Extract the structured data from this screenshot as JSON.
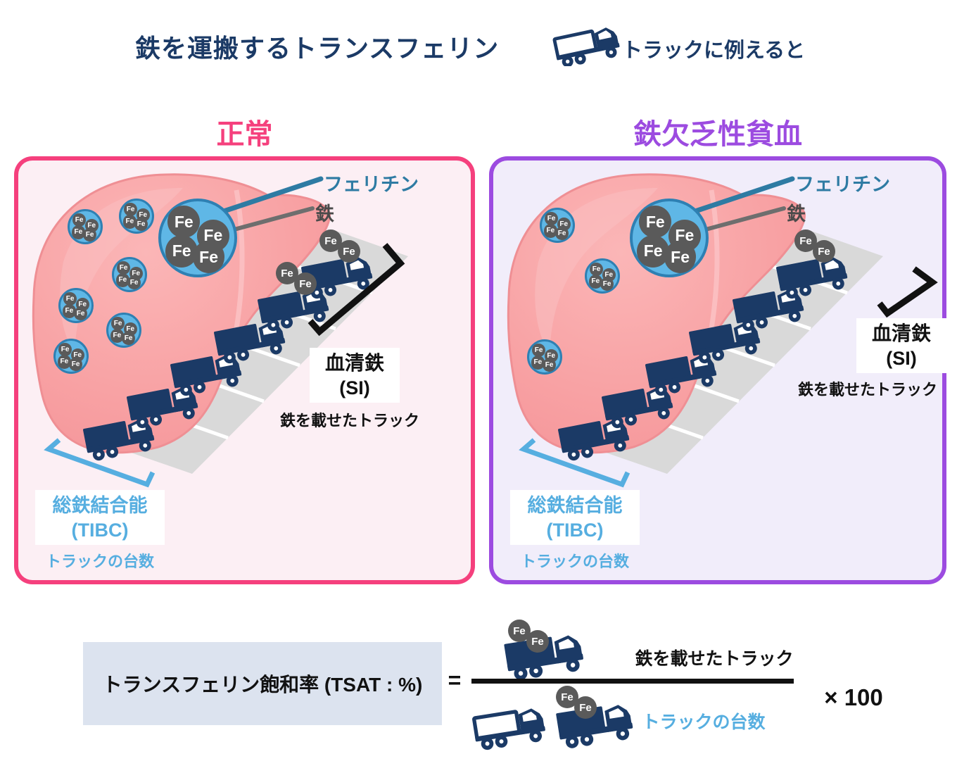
{
  "title": {
    "main": "鉄を運搬するトランスフェリン",
    "analogy": "トラックに例えると"
  },
  "labels": {
    "fe": "Fe",
    "ferritin": "フェリチン",
    "iron": "鉄",
    "serum_iron_line1": "血清鉄",
    "serum_iron_line2": "(SI)",
    "serum_iron_caption": "鉄を載せたトラック",
    "tibc_line1": "総鉄結合能",
    "tibc_line2": "(TIBC)",
    "tibc_caption": "トラックの台数"
  },
  "panels": [
    {
      "title": "正常",
      "ferritin_clusters": 7,
      "trucks_total": 6,
      "trucks_loaded_with_iron": 2
    },
    {
      "title": "鉄欠乏性貧血",
      "ferritin_clusters": 4,
      "trucks_total": 6,
      "trucks_loaded_with_iron": 1
    }
  ],
  "formula": {
    "lhs": "トランスフェリン飽和率 (TSAT : %)",
    "equals": "=",
    "numerator_label": "鉄を載せたトラック",
    "denominator_label": "トラックの台数",
    "multiplier": "× 100"
  },
  "palette": {
    "navy": "#1B3A66",
    "pink": "#F5407D",
    "purple": "#9C4BE0",
    "teal": "#2E7BA3",
    "light_blue": "#56AEE0",
    "ferritin_fill": "#5FB7E6",
    "ferritin_border": "#2E80B3",
    "fe_gray": "#5A5A5A",
    "liver_pink": "#F7A1A3",
    "road_gray": "#D9D9D9",
    "formula_box": "#DCE3EF"
  }
}
